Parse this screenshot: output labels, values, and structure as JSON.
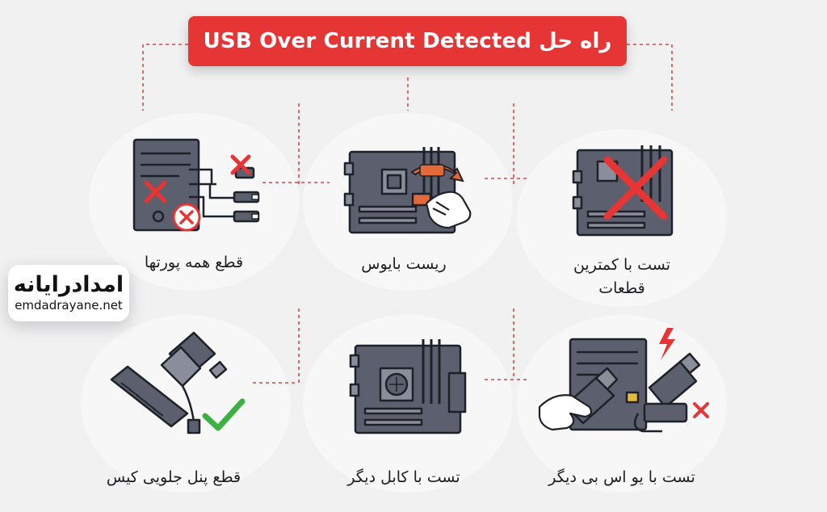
{
  "title": "راه حل USB Over Current Detected",
  "logo": {
    "text_fa": "امدادرایانه",
    "text_en": "emdadrayane.net"
  },
  "steps": [
    {
      "label": "قطع همه پورتها",
      "icon": "pc-tower-unplug-icon"
    },
    {
      "label": "ریست بایوس",
      "icon": "motherboard-cmos-reset-icon"
    },
    {
      "label_line1": "تست با کمترین",
      "label_line2": "قطعات",
      "icon": "motherboard-cross-icon"
    },
    {
      "label": "قطع پنل جلویی کیس",
      "icon": "front-panel-usb-icon"
    },
    {
      "label": "تست با کابل دیگر",
      "icon": "motherboard-cable-icon"
    },
    {
      "label": "تست با یو اس بی دیگر",
      "icon": "usb-swap-icon"
    }
  ],
  "colors": {
    "accent": "#e53535",
    "ok": "#3cb043",
    "icon_fill": "#5b5f6e",
    "icon_stroke": "#1f2128"
  }
}
